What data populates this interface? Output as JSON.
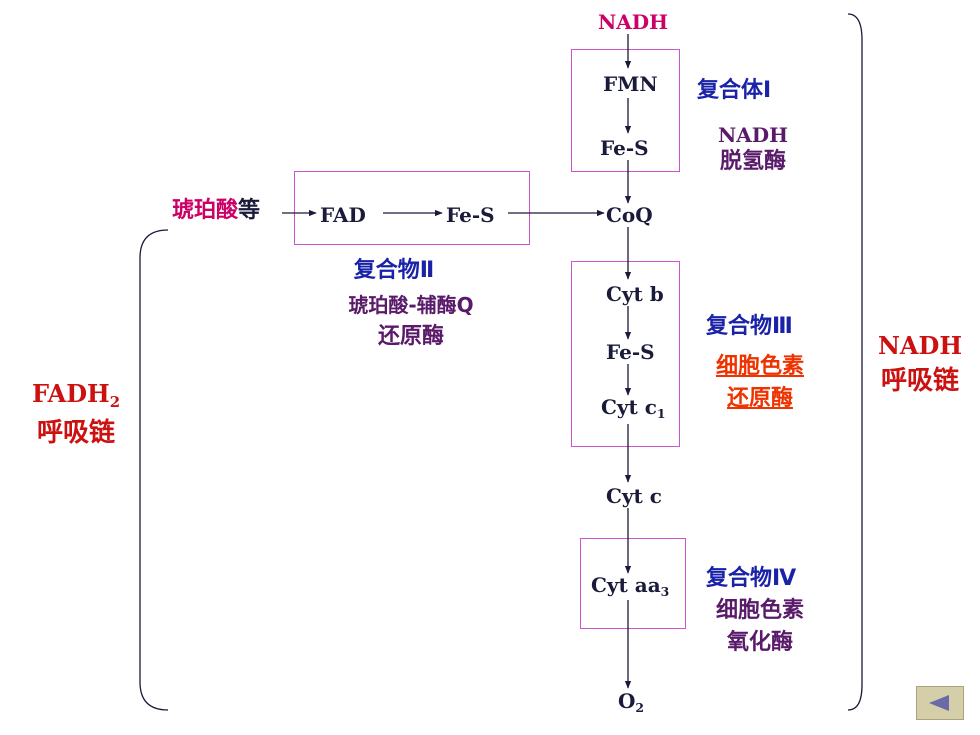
{
  "chain": {
    "nadh": "NADH",
    "fmn": "FMN",
    "fes1": "Fe-S",
    "coq": "CoQ",
    "cytb": "Cyt b",
    "fes3": "Fe-S",
    "cytc1": "Cyt c",
    "cytc1_sub": "1",
    "cytc": "Cyt c",
    "cytaa3": "Cyt aa",
    "cytaa3_sub": "3",
    "o2": "O",
    "o2_sub": "2"
  },
  "branch": {
    "succinate": "琥珀酸",
    "etc": "等",
    "fad": "FAD",
    "fes2": "Fe-S"
  },
  "complexes": {
    "c1_title": "复合体Ⅰ",
    "c1_line1": "NADH",
    "c1_line2": "脱氢酶",
    "c2_title": "复合物Ⅱ",
    "c2_line1": "琥珀酸-辅酶Q",
    "c2_line2": "还原酶",
    "c3_title": "复合物Ⅲ",
    "c3_line1": "细胞色素",
    "c3_line2": "还原酶",
    "c4_title": "复合物Ⅳ",
    "c4_line1": "细胞色素",
    "c4_line2": "氧化酶"
  },
  "chains": {
    "fadh_label": "FADH",
    "fadh_sub": "2",
    "fadh_line2": "呼吸链",
    "nadh_label": "NADH",
    "nadh_line2": "呼吸链"
  },
  "colors": {
    "box": "#cc55cc",
    "ink": "#1a1a3a",
    "magenta": "#cc0066",
    "blue": "#1a22a8",
    "red": "#cc1111"
  },
  "nav": {
    "back_icon": "triangle-left-icon"
  }
}
